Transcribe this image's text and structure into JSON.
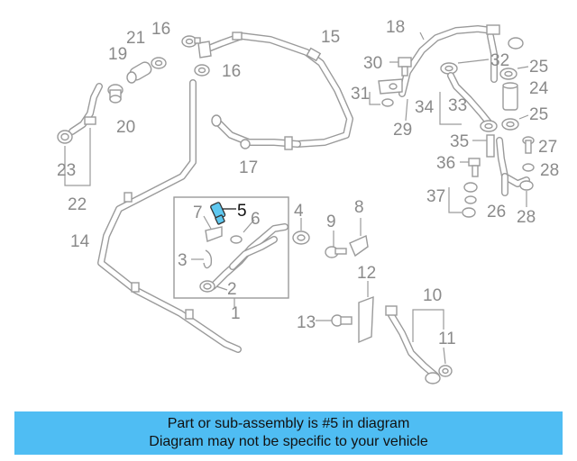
{
  "callouts": {
    "c1": "1",
    "c2": "2",
    "c3": "3",
    "c4": "4",
    "c5": "5",
    "c6": "6",
    "c7": "7",
    "c8": "8",
    "c9": "9",
    "c10": "10",
    "c11": "11",
    "c12": "12",
    "c13": "13",
    "c14": "14",
    "c15": "15",
    "c16a": "16",
    "c16b": "16",
    "c17": "17",
    "c18": "18",
    "c19": "19",
    "c20": "20",
    "c21": "21",
    "c22": "22",
    "c23": "23",
    "c24": "24",
    "c25a": "25",
    "c25b": "25",
    "c26": "26",
    "c27": "27",
    "c28a": "28",
    "c28b": "28",
    "c29": "29",
    "c30": "30",
    "c31": "31",
    "c32": "32",
    "c33": "33",
    "c34": "34",
    "c35": "35",
    "c36": "36",
    "c37": "37"
  },
  "highlighted_part": "5",
  "colors": {
    "highlight": "#5ec8f0",
    "banner": "#4fbdf3",
    "line": "#9a9a9a"
  },
  "banner": {
    "line1": "Part or sub-assembly is #5 in diagram",
    "line2": "Diagram may not be specific to your vehicle"
  }
}
